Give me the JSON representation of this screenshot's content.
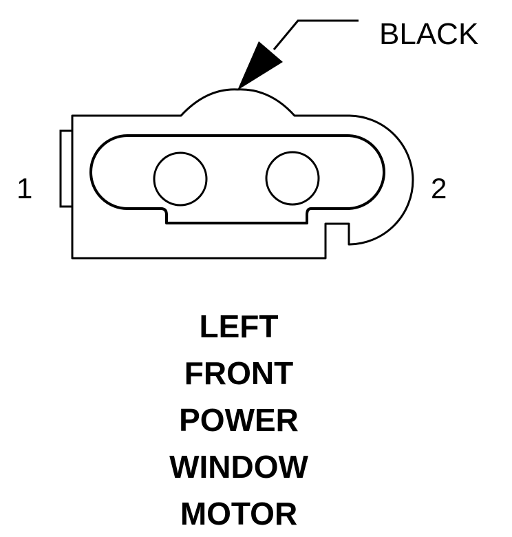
{
  "connector": {
    "color_label": "BLACK",
    "pin_left": "1",
    "pin_right": "2"
  },
  "title": {
    "lines": [
      "LEFT",
      "FRONT",
      "POWER",
      "WINDOW",
      "MOTOR"
    ]
  },
  "colors": {
    "ink": "#000000",
    "background": "#ffffff"
  }
}
